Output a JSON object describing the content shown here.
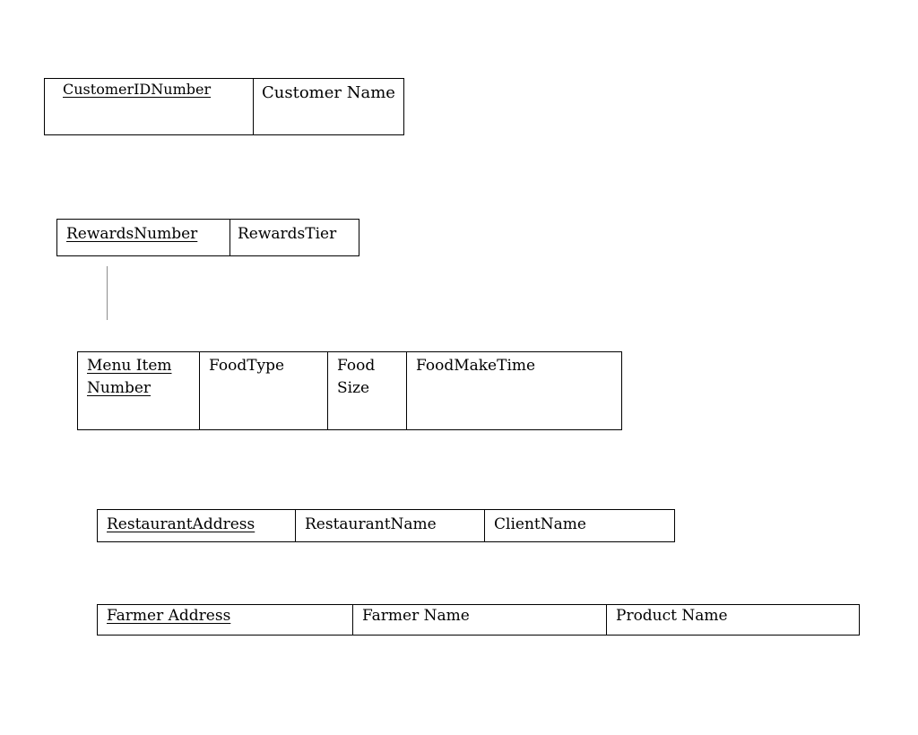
{
  "entities": {
    "customer": {
      "attributes": [
        "CustomerIDNumber",
        "Customer Name"
      ]
    },
    "rewards": {
      "attributes": [
        "RewardsNumber",
        "RewardsTier"
      ]
    },
    "menu_item": {
      "attributes": [
        "Menu Item Number",
        "FoodType",
        "Food Size",
        "FoodMakeTime"
      ]
    },
    "restaurant": {
      "attributes": [
        "RestaurantAddress",
        "RestaurantName",
        "ClientName"
      ]
    },
    "farmer": {
      "attributes": [
        "Farmer Address",
        "Farmer Name",
        "Product Name"
      ]
    }
  }
}
